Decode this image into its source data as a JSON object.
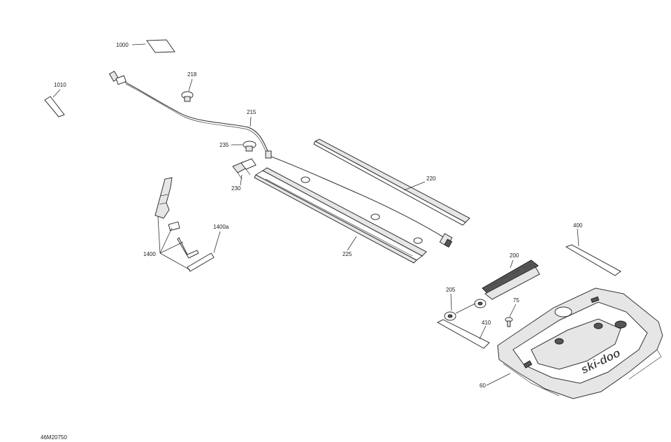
{
  "diagram": {
    "drawing_code": "46M20750",
    "callouts": {
      "c1000": "1000",
      "c1010": "1010",
      "c218": "218",
      "c215": "215",
      "c235": "235",
      "c230": "230",
      "c220": "220",
      "c225": "225",
      "c1400": "1400",
      "c1400a": "1400a",
      "c400": "400",
      "c200": "200",
      "c205": "205",
      "c75": "75",
      "c410": "410",
      "c60": "60"
    },
    "hood_logo": "ski-doo"
  }
}
